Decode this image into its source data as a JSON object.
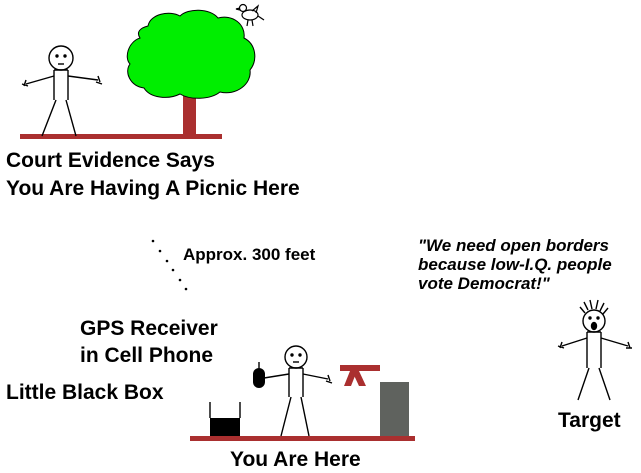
{
  "picnic": {
    "line1": "Court Evidence Says",
    "line2": "You Are Having A Picnic Here"
  },
  "distance_label": "Approx. 300 feet",
  "gps": {
    "line1": "GPS Receiver",
    "line2": "in Cell Phone"
  },
  "black_box_label": "Little Black Box",
  "you_are_here_label": "You Are Here",
  "target_label": "Target",
  "quote": {
    "line1": "\"We need open borders",
    "line2": "because low-I.Q. people",
    "line3": "vote Democrat!\""
  },
  "colors": {
    "ground": "#aa2f2f",
    "foliage": "#00ee00",
    "box_gray": "#5f625e",
    "black_box": "#000000"
  },
  "icons": [
    "bird-icon",
    "tree-icon",
    "stick-figure-icon",
    "cell-phone-icon",
    "picnic-table-icon"
  ]
}
